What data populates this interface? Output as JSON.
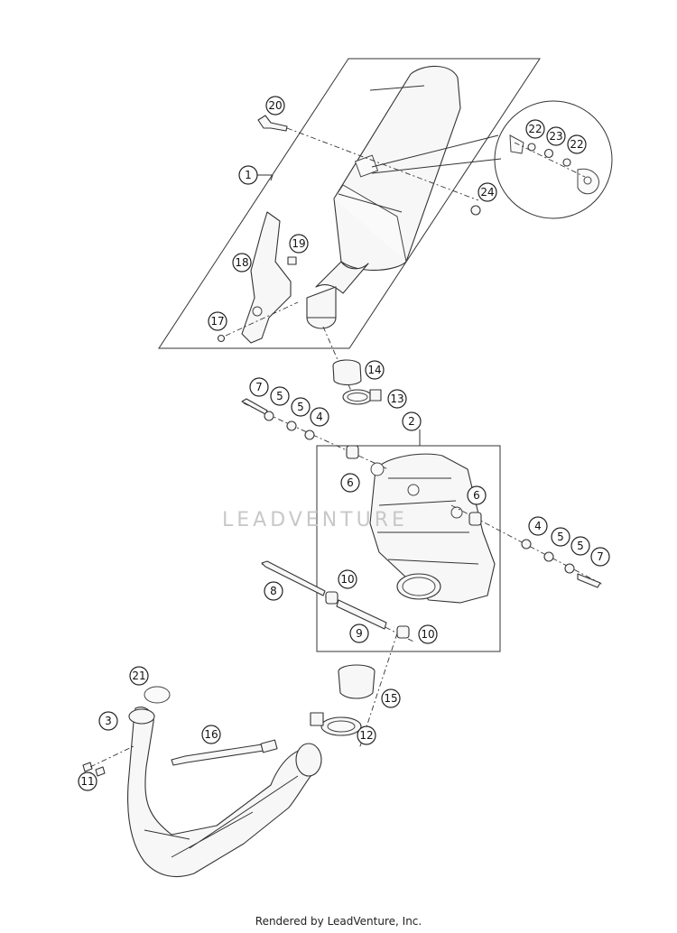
{
  "watermark": "LEADVENTURE",
  "footer": "Rendered by LeadVenture, Inc.",
  "callouts": [
    {
      "id": "c20",
      "label": "20"
    },
    {
      "id": "c1",
      "label": "1"
    },
    {
      "id": "c22a",
      "label": "22"
    },
    {
      "id": "c23",
      "label": "23"
    },
    {
      "id": "c22b",
      "label": "22"
    },
    {
      "id": "c24",
      "label": "24"
    },
    {
      "id": "c19",
      "label": "19"
    },
    {
      "id": "c18",
      "label": "18"
    },
    {
      "id": "c17",
      "label": "17"
    },
    {
      "id": "c14",
      "label": "14"
    },
    {
      "id": "c13",
      "label": "13"
    },
    {
      "id": "c7a",
      "label": "7"
    },
    {
      "id": "c5a",
      "label": "5"
    },
    {
      "id": "c5b",
      "label": "5"
    },
    {
      "id": "c4a",
      "label": "4"
    },
    {
      "id": "c2",
      "label": "2"
    },
    {
      "id": "c6a",
      "label": "6"
    },
    {
      "id": "c6b",
      "label": "6"
    },
    {
      "id": "c4b",
      "label": "4"
    },
    {
      "id": "c5c",
      "label": "5"
    },
    {
      "id": "c5d",
      "label": "5"
    },
    {
      "id": "c7b",
      "label": "7"
    },
    {
      "id": "c8",
      "label": "8"
    },
    {
      "id": "c10a",
      "label": "10"
    },
    {
      "id": "c9",
      "label": "9"
    },
    {
      "id": "c10b",
      "label": "10"
    },
    {
      "id": "c21",
      "label": "21"
    },
    {
      "id": "c15",
      "label": "15"
    },
    {
      "id": "c3",
      "label": "3"
    },
    {
      "id": "c16",
      "label": "16"
    },
    {
      "id": "c12",
      "label": "12"
    },
    {
      "id": "c11",
      "label": "11"
    }
  ]
}
